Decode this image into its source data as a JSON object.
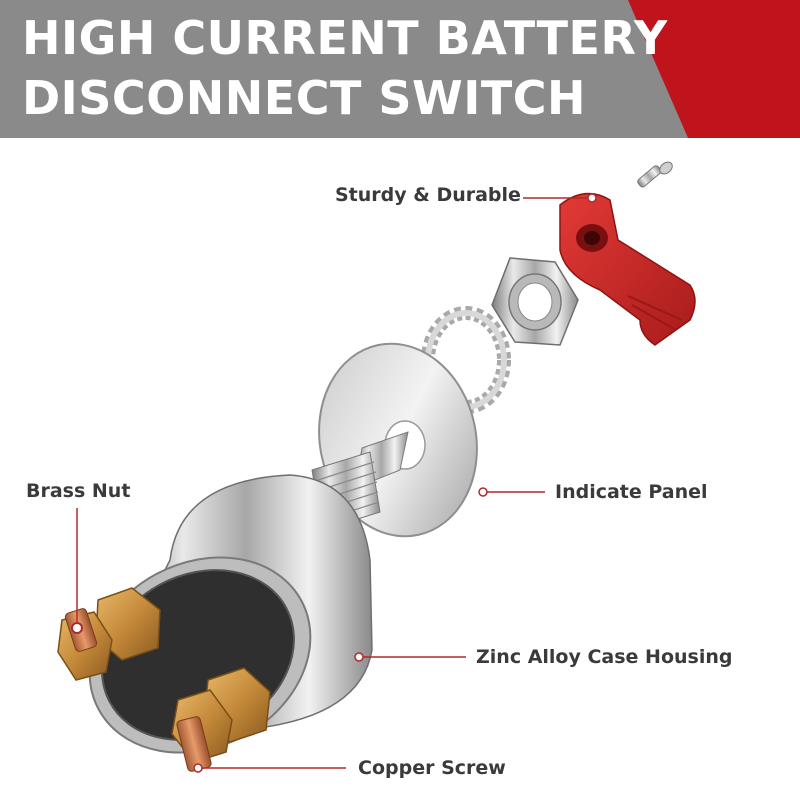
{
  "banner": {
    "title_line1": "HIGH CURRENT BATTERY",
    "title_line2": "DISCONNECT SWITCH",
    "bg_color": "#8a8a8a",
    "accent_color": "#c0141c"
  },
  "callouts": {
    "sturdy": "Sturdy & Durable",
    "brass_nut": "Brass Nut",
    "indicate_panel": "Indicate Panel",
    "zinc_case": "Zinc Alloy Case Housing",
    "copper_screw": "Copper Screw"
  },
  "callout_color": "#b02a2a"
}
